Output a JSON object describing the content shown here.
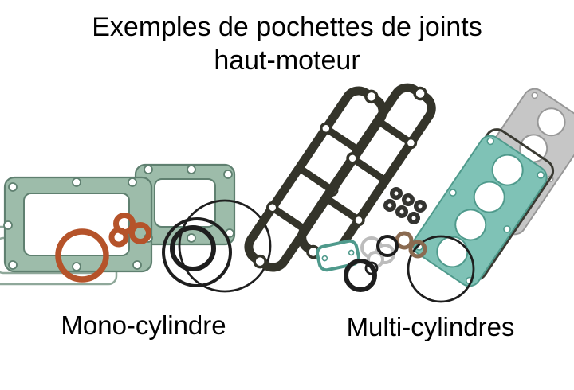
{
  "title": {
    "line1": "Exemples de pochettes de joints",
    "line2": "haut-moteur"
  },
  "figures": {
    "mono": {
      "label": "Mono-cylindre",
      "image_name": "mono-cylinder-gasket-kit-photo"
    },
    "multi": {
      "label": "Multi-cylindres",
      "image_name": "multi-cylinder-gasket-kit-photo"
    }
  },
  "colors": {
    "background": "#ffffff",
    "text": "#000000",
    "gasket_green": "#9dbcaa",
    "gasket_green_outline": "#5f8070",
    "gasket_teal": "#7fc2b6",
    "gasket_teal_outline": "#4f9a8c",
    "copper_washer_orange": "#b5532a",
    "rubber_black": "#1e1e1e",
    "valve_gasket_dark": "#34342a",
    "metal_gasket_grey": "#c6c6c6"
  }
}
